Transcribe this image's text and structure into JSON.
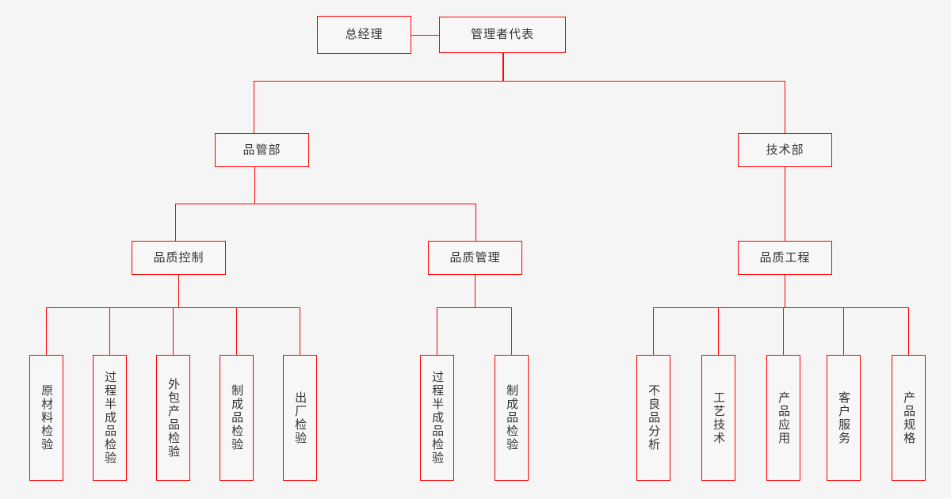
{
  "diagram": {
    "type": "org-chart",
    "title": "",
    "background_color": "#f5f5f5",
    "line_color": "#ff0000",
    "box_border_color": "#ff0000",
    "box_fill_color": "#f7f7f7",
    "text_color": "#333333"
  },
  "level1": {
    "general_manager": "总经理",
    "management_representative": "管理者代表"
  },
  "level2": {
    "quality_department": "品管部",
    "technical_department": "技术部"
  },
  "level3": {
    "quality_control": "品质控制",
    "quality_management": "品质管理",
    "quality_engineering": "品质工程"
  },
  "quality_control_children": [
    {
      "label": "原材料检验"
    },
    {
      "label": "过程半成品检验"
    },
    {
      "label": "外包产品检验"
    },
    {
      "label": "制成品检验"
    },
    {
      "label": "出厂检验"
    }
  ],
  "quality_management_children": [
    {
      "label": "过程半成品检验"
    },
    {
      "label": "制成品检验"
    }
  ],
  "quality_engineering_children": [
    {
      "label": "不良品分析"
    },
    {
      "label": "工艺技术"
    },
    {
      "label": "产品应用"
    },
    {
      "label": "客户服务"
    },
    {
      "label": "产品规格"
    }
  ]
}
